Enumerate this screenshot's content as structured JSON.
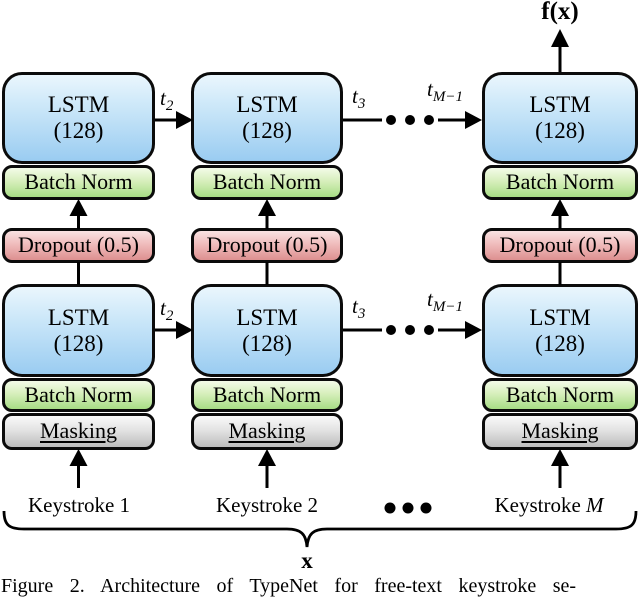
{
  "figure": {
    "output_label": "f(x)",
    "sequence_label": "x",
    "caption": "Figure 2. Architecture of TypeNet for free-text keystroke se-"
  },
  "boxes": {
    "lstm_line1": "LSTM",
    "lstm_line2": "(128)",
    "batch_norm": "Batch Norm",
    "dropout": "Dropout (0.5)",
    "masking": "Masking"
  },
  "keystrokes": [
    {
      "label": "Keystroke",
      "index": "1"
    },
    {
      "label": "Keystroke",
      "index": "2"
    },
    {
      "label": "Keystroke",
      "index": "M"
    }
  ],
  "time_steps": {
    "t2": {
      "base": "t",
      "sub": "2"
    },
    "t3": {
      "base": "t",
      "sub": "3"
    },
    "tm1": {
      "base": "t",
      "sub": "M−1"
    }
  },
  "icons": {
    "ellipsis": "horizontal-ellipsis-dots",
    "arrow": "flow-arrow",
    "brace": "underbrace"
  },
  "colors": {
    "lstm_top": "#eaf6fd",
    "lstm_bottom": "#9accf1",
    "batch_norm_top": "#f3fbe8",
    "batch_norm_bottom": "#a7dd85",
    "dropout_top": "#f9e2e2",
    "dropout_bottom": "#dd9090",
    "masking_top": "#fafafa",
    "masking_bottom": "#bdbdbd",
    "outline": "#0b0b0b",
    "background": "#ffffff"
  }
}
